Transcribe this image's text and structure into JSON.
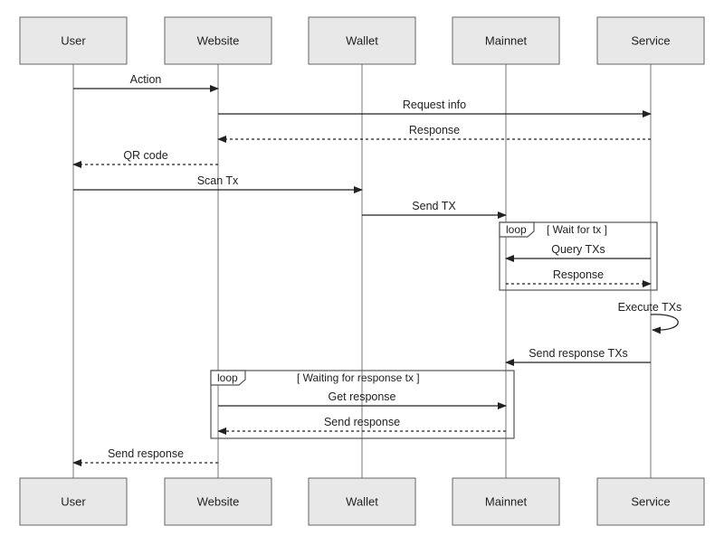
{
  "actors": [
    {
      "id": "user",
      "name": "User"
    },
    {
      "id": "website",
      "name": "Website"
    },
    {
      "id": "wallet",
      "name": "Wallet"
    },
    {
      "id": "mainnet",
      "name": "Mainnet"
    },
    {
      "id": "service",
      "name": "Service"
    }
  ],
  "messages": [
    {
      "label": "Action",
      "from": "user",
      "to": "website",
      "style": "solid"
    },
    {
      "label": "Request info",
      "from": "website",
      "to": "service",
      "style": "solid"
    },
    {
      "label": "Response",
      "from": "service",
      "to": "website",
      "style": "dashed"
    },
    {
      "label": "QR code",
      "from": "website",
      "to": "user",
      "style": "dashed"
    },
    {
      "label": "Scan Tx",
      "from": "user",
      "to": "wallet",
      "style": "solid"
    },
    {
      "label": "Send TX",
      "from": "wallet",
      "to": "mainnet",
      "style": "solid"
    },
    {
      "label": "Query TXs",
      "from": "service",
      "to": "mainnet",
      "style": "solid"
    },
    {
      "label": "Response",
      "from": "mainnet",
      "to": "service",
      "style": "dashed"
    },
    {
      "label": "Execute TXs",
      "from": "service",
      "to": "service",
      "style": "self"
    },
    {
      "label": "Send response TXs",
      "from": "service",
      "to": "mainnet",
      "style": "solid"
    },
    {
      "label": "Get response",
      "from": "website",
      "to": "mainnet",
      "style": "solid"
    },
    {
      "label": "Send response",
      "from": "mainnet",
      "to": "website",
      "style": "dashed"
    },
    {
      "label": "Send response",
      "from": "website",
      "to": "user",
      "style": "dashed"
    }
  ],
  "frames": [
    {
      "kind": "loop",
      "guard": "[ Wait for tx ]"
    },
    {
      "kind": "loop",
      "guard": "[ Waiting for response tx ]"
    }
  ]
}
